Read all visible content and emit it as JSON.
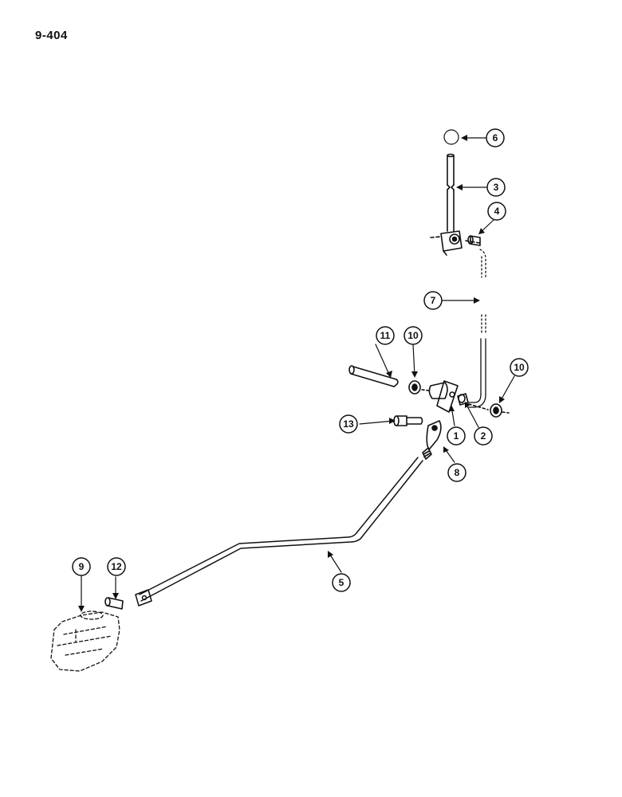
{
  "page": {
    "number": "9-404"
  },
  "callouts": [
    {
      "id": "c1",
      "label": "1"
    },
    {
      "id": "c2",
      "label": "2"
    },
    {
      "id": "c3",
      "label": "3"
    },
    {
      "id": "c4",
      "label": "4"
    },
    {
      "id": "c5",
      "label": "5"
    },
    {
      "id": "c6",
      "label": "6"
    },
    {
      "id": "c7",
      "label": "7"
    },
    {
      "id": "c8",
      "label": "8"
    },
    {
      "id": "c9",
      "label": "9"
    },
    {
      "id": "c10a",
      "label": "10"
    },
    {
      "id": "c10b",
      "label": "10"
    },
    {
      "id": "c11",
      "label": "11"
    },
    {
      "id": "c12",
      "label": "12"
    },
    {
      "id": "c13",
      "label": "13"
    }
  ]
}
